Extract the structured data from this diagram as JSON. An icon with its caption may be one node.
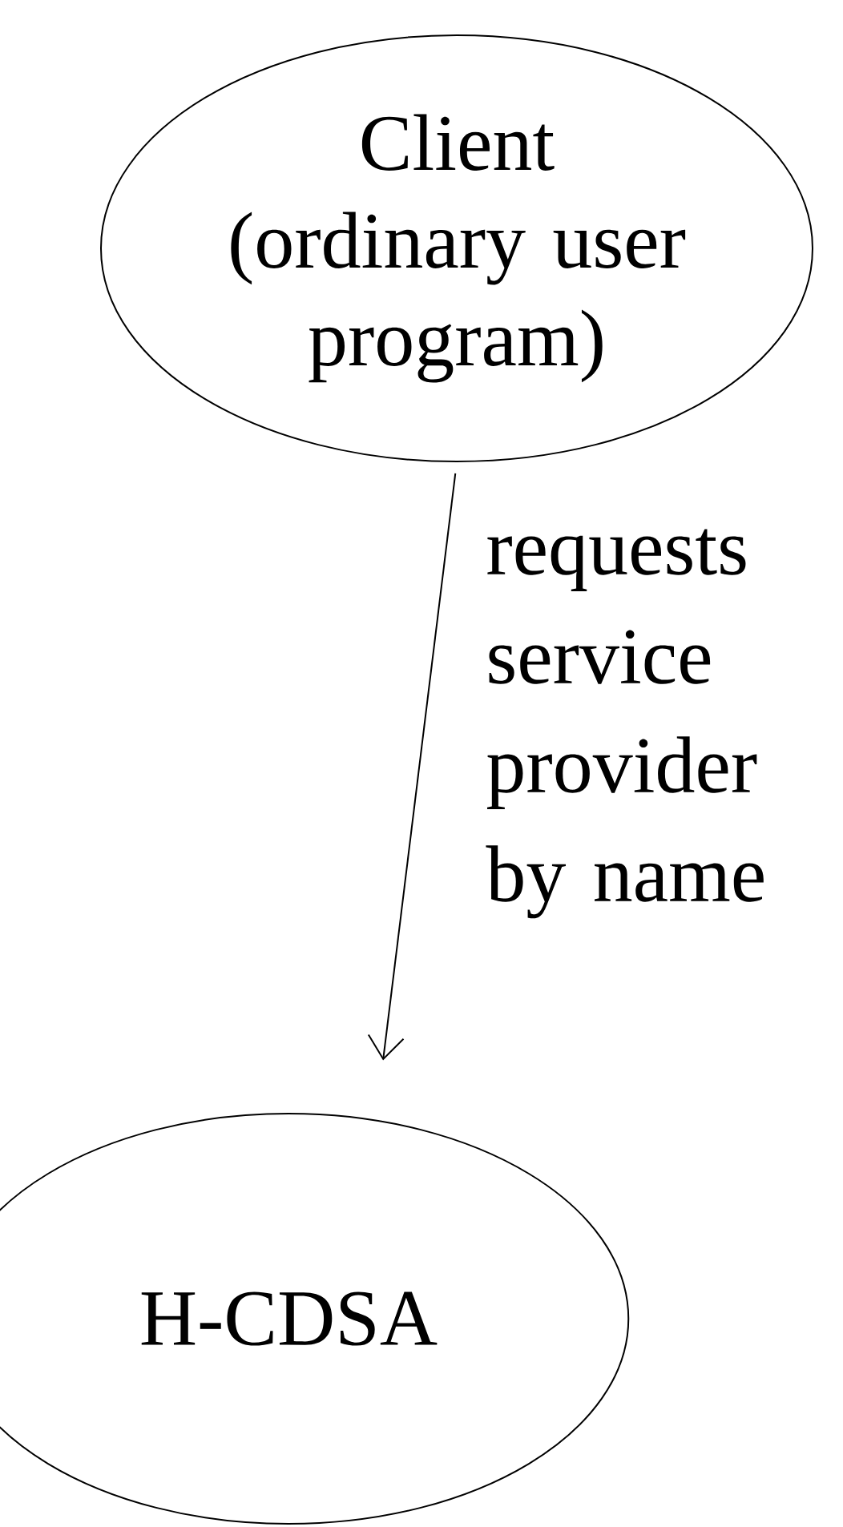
{
  "diagram": {
    "nodes": [
      {
        "text": [
          "Client (ordinary user program)"
        ]
      },
      {
        "text": [
          "H-CDSA"
        ]
      }
    ],
    "edges": [
      {
        "from": 0,
        "to": 1,
        "arrow": "to",
        "label": "requests service provider by name"
      }
    ]
  }
}
